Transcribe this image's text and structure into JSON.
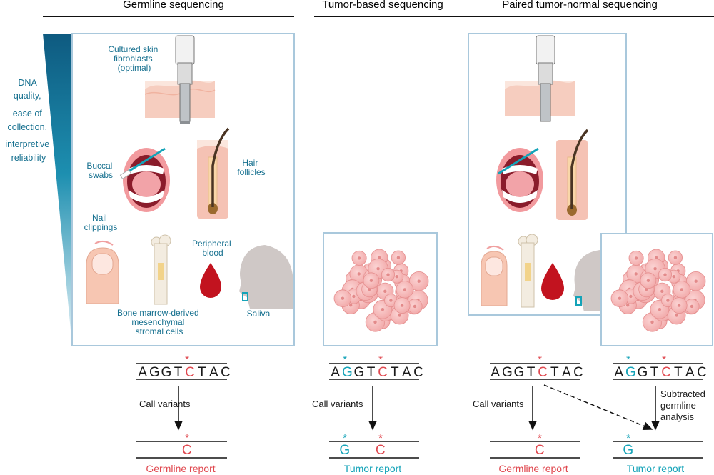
{
  "headers": {
    "germline": "Germline sequencing",
    "tumor": "Tumor-based sequencing",
    "paired": "Paired tumor-normal sequencing"
  },
  "quality_axis": [
    "DNA",
    "quality,",
    "ease of",
    "collection,",
    "interpretive",
    "reliability"
  ],
  "samples": {
    "fibroblasts": [
      "Cultured skin",
      "fibroblasts",
      "(optimal)"
    ],
    "buccal": [
      "Buccal",
      "swabs"
    ],
    "hair": [
      "Hair",
      "follicles"
    ],
    "nail": [
      "Nail",
      "clippings"
    ],
    "blood": [
      "Peripheral",
      "blood"
    ],
    "marrow": [
      "Bone marrow-derived",
      "mesenchymal",
      "stromal cells"
    ],
    "saliva": "Saliva"
  },
  "sequences": {
    "normal": [
      "A",
      "G",
      "G",
      "T",
      "C",
      "T",
      "A",
      "C"
    ],
    "tumor": [
      "A",
      "G",
      "G",
      "T",
      "C",
      "T",
      "A",
      "C"
    ],
    "star": "*"
  },
  "actions": {
    "call_variants": "Call variants",
    "subtracted": [
      "Subtracted",
      "germline",
      "analysis"
    ]
  },
  "results": {
    "germline_variant": "C",
    "tumor_variants": [
      "G",
      "C"
    ],
    "paired_germline_variant": "C",
    "paired_tumor_variant": "G"
  },
  "reports": {
    "germline": "Germline report",
    "tumor": "Tumor report"
  },
  "colors": {
    "variant_red": "#e0484f",
    "variant_teal": "#14a3b8",
    "label_blue": "#16708f",
    "box_border": "#a9c8dc"
  }
}
